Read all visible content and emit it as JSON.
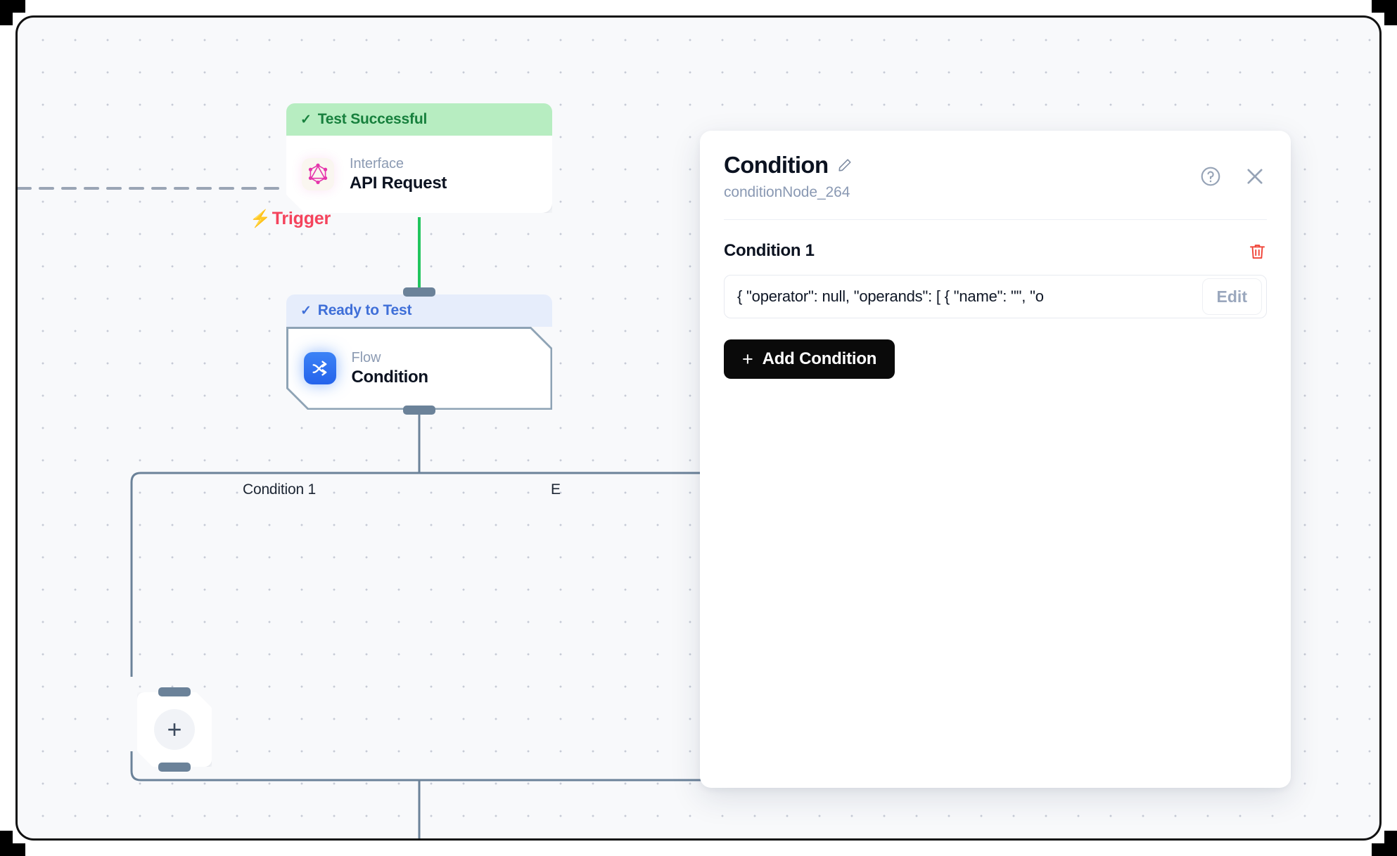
{
  "canvas": {
    "trigger": {
      "label": "Trigger",
      "icon": "lightning-bolt-icon",
      "color": "#f4435c"
    },
    "nodes": [
      {
        "id": "api-request",
        "status": "Test Successful",
        "status_variant": "success",
        "kind": "Interface",
        "title": "API Request",
        "icon": "graphql-icon"
      },
      {
        "id": "condition",
        "status": "Ready to Test",
        "status_variant": "ready",
        "kind": "Flow",
        "title": "Condition",
        "icon": "flow-branch-icon"
      },
      {
        "id": "add-node",
        "icon": "plus-icon"
      }
    ],
    "edge_labels": [
      "Condition 1",
      "E"
    ],
    "edge_colors": {
      "active": "#22c55e",
      "default": "#6b8299"
    }
  },
  "panel": {
    "title": "Condition",
    "edit_title_icon": "pencil-icon",
    "subtitle": "conditionNode_264",
    "help_icon": "help-circle-icon",
    "close_icon": "close-icon",
    "condition": {
      "label": "Condition 1",
      "delete_icon": "trash-icon",
      "value": "{  \"operator\": null,  \"operands\": [   {    \"name\": \"\",    \"o",
      "edit_label": "Edit"
    },
    "add_condition_label": "Add Condition",
    "add_condition_icon": "plus-icon"
  }
}
